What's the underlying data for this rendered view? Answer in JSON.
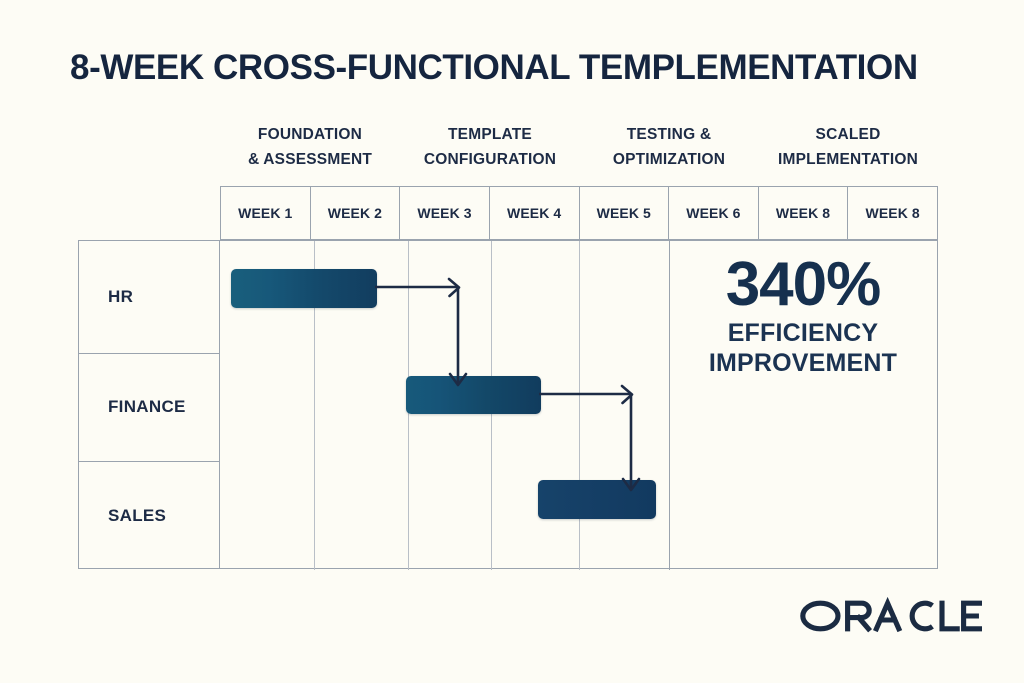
{
  "page": {
    "background_color": "#fdfcf5",
    "ink_color": "#1d2b45"
  },
  "title": "8-WEEK CROSS-FUNCTIONAL TEMPLEMENTATION",
  "phases": [
    {
      "line1": "FOUNDATION",
      "line2": "& ASSESSMENT"
    },
    {
      "line1": "TEMPLATE",
      "line2": "CONFIGURATION"
    },
    {
      "line1": "TESTING &",
      "line2": "OPTIMIZATION"
    },
    {
      "line1": "SCALED",
      "line2": "IMPLEMENTATION"
    }
  ],
  "weeks": [
    "WEEK 1",
    "WEEK 2",
    "WEEK 3",
    "WEEK 4",
    "WEEK 5",
    "WEEK 6",
    "WEEK 8",
    "WEEK 8"
  ],
  "rows": [
    {
      "label": "HR"
    },
    {
      "label": "FINANCE"
    },
    {
      "label": "SALES"
    }
  ],
  "callout": {
    "number": "340%",
    "line1": "EFFICIENCY",
    "line2": "IMPROVEMENT"
  },
  "logo": {
    "text": "ORACLE",
    "color": "#1b2b42"
  },
  "chart_data": {
    "type": "bar",
    "title": "8-WEEK CROSS-FUNCTIONAL TEMPLEMENTATION",
    "subtype": "gantt",
    "xlabel": "",
    "ylabel": "",
    "categories": [
      "HR",
      "FINANCE",
      "SALES"
    ],
    "x_tick_labels": [
      "WEEK 1",
      "WEEK 2",
      "WEEK 3",
      "WEEK 4",
      "WEEK 5",
      "WEEK 6",
      "WEEK 8",
      "WEEK 8"
    ],
    "x_groups": [
      {
        "name": "FOUNDATION & ASSESSMENT",
        "weeks": [
          "WEEK 1",
          "WEEK 2"
        ]
      },
      {
        "name": "TEMPLATE CONFIGURATION",
        "weeks": [
          "WEEK 3",
          "WEEK 4"
        ]
      },
      {
        "name": "TESTING & OPTIMIZATION",
        "weeks": [
          "WEEK 5",
          "WEEK 6"
        ]
      },
      {
        "name": "SCALED IMPLEMENTATION",
        "weeks": [
          "WEEK 8",
          "WEEK 8"
        ]
      }
    ],
    "grid": true,
    "legend": "none",
    "xlim": [
      1,
      9
    ],
    "bars": [
      {
        "category": "HR",
        "start_week": 1,
        "end_week": 2.75,
        "color_start": "#195f7c",
        "color_end": "#123d5f"
      },
      {
        "category": "FINANCE",
        "start_week": 3.05,
        "end_week": 4.55,
        "color_start": "#175a7b",
        "color_end": "#113c5e"
      },
      {
        "category": "SALES",
        "start_week": 4.55,
        "end_week": 5.85,
        "color_start": "#16436a",
        "color_end": "#123a60"
      }
    ],
    "dependencies": [
      {
        "from": "HR",
        "to": "FINANCE",
        "style": "elbow-right-down"
      },
      {
        "from": "FINANCE",
        "to": "SALES",
        "style": "elbow-right-down"
      }
    ],
    "annotations": [
      {
        "text": "340%",
        "sublabel": "EFFICIENCY IMPROVEMENT",
        "value": 340,
        "unit": "%"
      }
    ]
  }
}
